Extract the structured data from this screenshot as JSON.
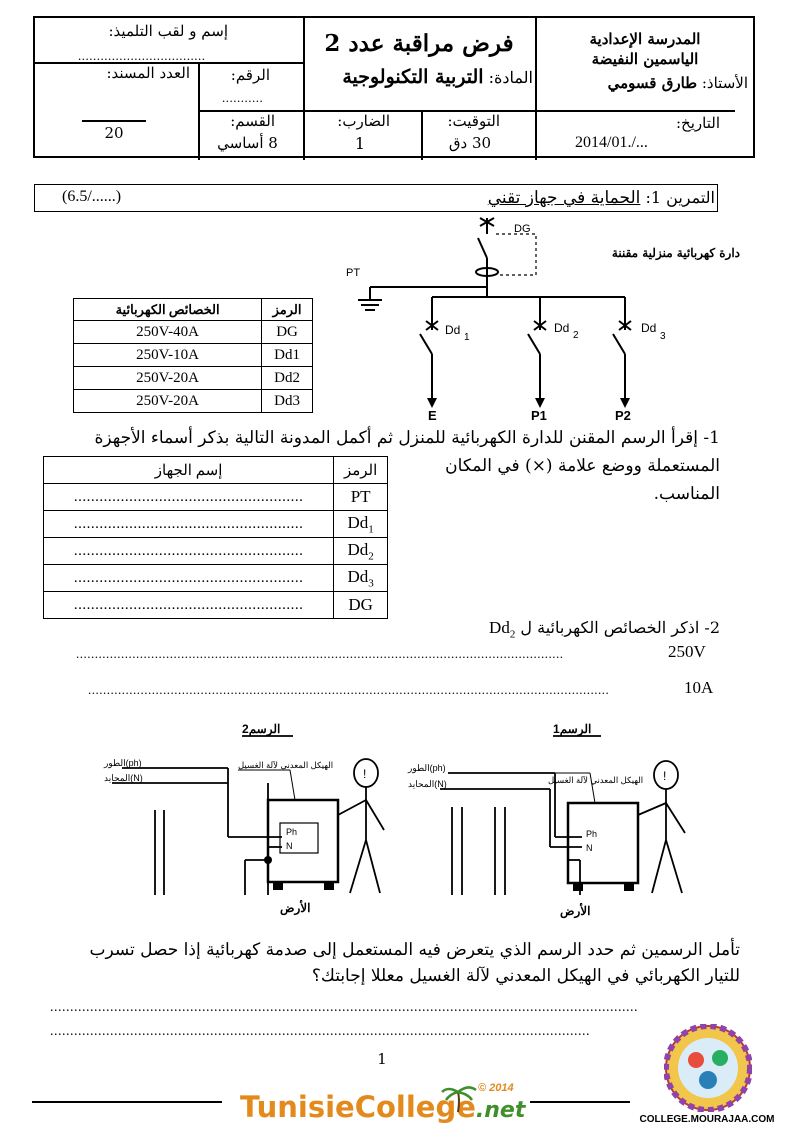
{
  "header": {
    "school_line1": "المدرسة الإعدادية",
    "school_line2": "الياسمين النفيضة",
    "teacher_label": "الأستاذ:",
    "teacher_name": "طارق قسومي",
    "exam_title": "فرض مراقبة عدد 2",
    "subject_label": "المادة:",
    "subject": "التربية التكنولوجية",
    "student_name_label": "إسم و لقب التلميذ:",
    "student_name_dots": "..................................",
    "number_label": "الرقم:",
    "number_dots": "...........",
    "grade_label": "العدد المسند:",
    "grade_total": "20",
    "date_label": "التاريخ:",
    "date_value": "2014/01./...",
    "duration_label": "التوقيت:",
    "duration_value": "30 دق",
    "coef_label": "الضارب:",
    "coef_value": "1",
    "class_label": "القسم:",
    "class_value": "8 أساسي"
  },
  "exercise1": {
    "label": "التمرين 1:",
    "title": "الحماية في جهاز تقني",
    "score": "(6.5/......)"
  },
  "circuit": {
    "caption": "دارة كهربائية منزلية مقننة",
    "labels": {
      "dg": "DG",
      "pt": "PT",
      "dd1": "Dd",
      "dd2": "Dd",
      "dd3": "Dd",
      "sub1": "1",
      "sub2": "2",
      "sub3": "3",
      "e": "E",
      "p1": "P1",
      "p2": "P2"
    }
  },
  "spec_table": {
    "headers": {
      "symbol": "الرمز",
      "spec": "الخصائص الكهربائية"
    },
    "rows": [
      {
        "symbol": "DG",
        "spec": "250V-40A"
      },
      {
        "symbol": "Dd1",
        "spec": "250V-10A"
      },
      {
        "symbol": "Dd2",
        "spec": "250V-20A"
      },
      {
        "symbol": "Dd3",
        "spec": "250V-20A"
      }
    ]
  },
  "question1": {
    "line1": "1- إقرأ الرسم المقنن للدارة الكهربائية للمنزل ثم أكمل المدونة التالية بذكر أسماء الأجهزة",
    "line2": "المستعملة ووضع علامة (×) في المكان",
    "line3": "المناسب."
  },
  "answer_table": {
    "headers": {
      "symbol": "الرمز",
      "name": "إسم الجهاز"
    },
    "rows": [
      {
        "symbol": "PT",
        "sub": "",
        "dots": "......................................................"
      },
      {
        "symbol": "Dd",
        "sub": "1",
        "dots": "......................................................"
      },
      {
        "symbol": "Dd",
        "sub": "2",
        "dots": "......................................................"
      },
      {
        "symbol": "Dd",
        "sub": "3",
        "dots": "......................................................"
      },
      {
        "symbol": "DG",
        "sub": "",
        "dots": "......................................................"
      }
    ]
  },
  "question2": {
    "text": "2- اذكر الخصائص الكهربائية ل",
    "symbol": "Dd",
    "sub": "2",
    "line1_value": "250V",
    "line1_dots": "..................................................................................................................................",
    "line2_value": "10A",
    "line2_dots": "..........................................................................................................................................."
  },
  "figures": {
    "fig1_title": "الرسم1",
    "fig2_title": "الرسم2",
    "phase": "الطور(ph)",
    "neutral": "المحايد(N)",
    "body1": "الهيكل المعدني لآلة الغسيل",
    "body2": "الهيكل المعدني لآلة الغسيل",
    "ground": "الأرض",
    "ph": "Ph",
    "n": "N",
    "head": "!"
  },
  "question3": {
    "line1": "تأمل الرسمين ثم حدد الرسم الذي يتعرض فيه المستعمل إلى صدمة كهربائية إذا حصل تسرب",
    "line2": "للتيار الكهربائي في الهيكل المعدني لآلة الغسيل معللا إجابتك؟",
    "dots1": "...................................................................................................................................................",
    "dots2": "......................................................................................................................................."
  },
  "footer": {
    "page": "1",
    "brand_a": "Tunisie",
    "brand_b": "College",
    "brand_c": ".net",
    "year": "© 2014",
    "site": "COLLEGE.MOURAJAA.COM"
  },
  "colors": {
    "brand_orange": "#e38a1c",
    "brand_green": "#3f8f2a"
  }
}
